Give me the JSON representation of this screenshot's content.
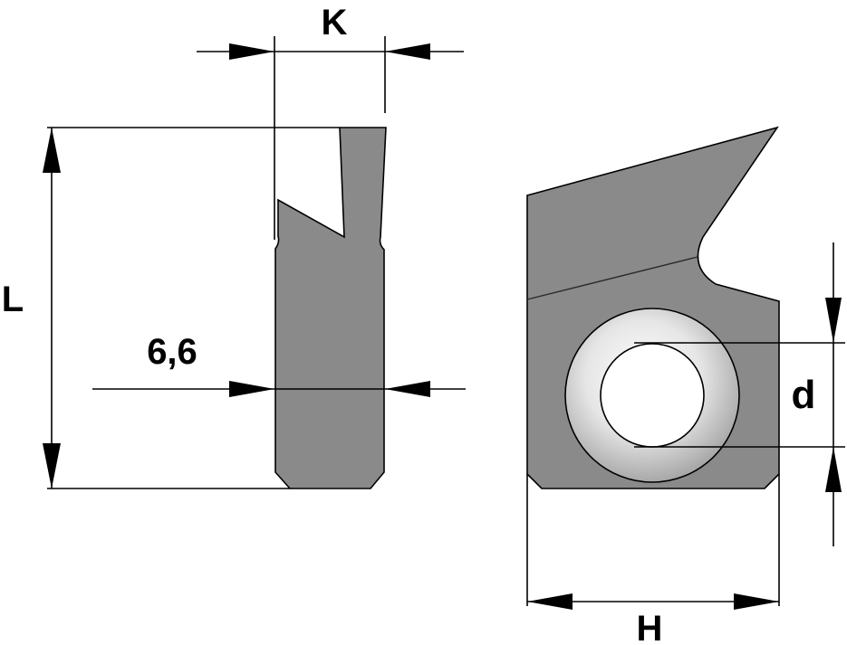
{
  "labels": {
    "k": "K",
    "l": "L",
    "width": "6,6",
    "d": "d",
    "h": "H"
  },
  "colors": {
    "body_gray": "#8a8a8a",
    "background": "#ffffff",
    "ink": "#000000",
    "ring_light": "#eeeeee",
    "ring_dark": "#9a9a9a"
  }
}
